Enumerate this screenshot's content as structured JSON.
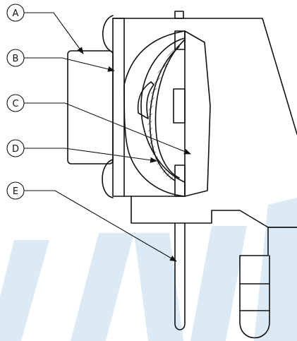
{
  "callouts": [
    {
      "id": "A",
      "label": "A"
    },
    {
      "id": "B",
      "label": "B"
    },
    {
      "id": "C",
      "label": "C"
    },
    {
      "id": "D",
      "label": "D"
    },
    {
      "id": "E",
      "label": "E"
    }
  ],
  "colors": {
    "ink": "#111111",
    "watermark": "#dceaf6",
    "background": "#ffffff"
  }
}
